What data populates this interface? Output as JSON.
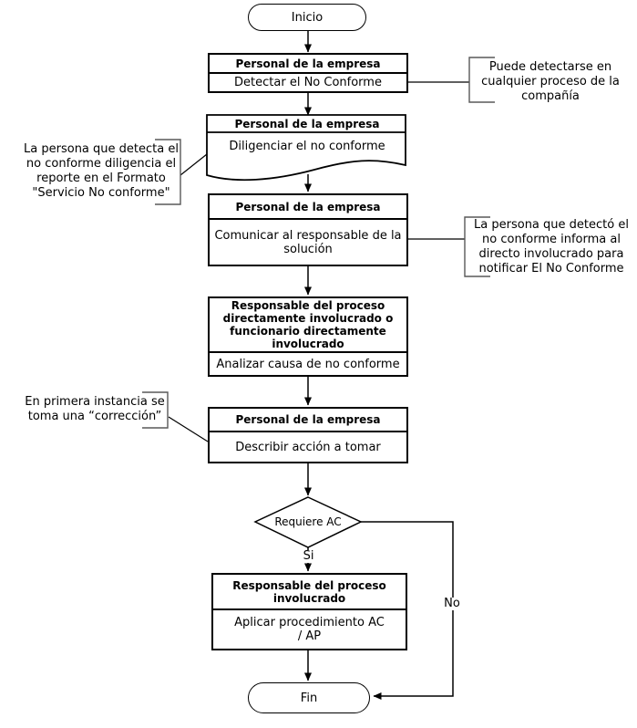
{
  "flowchart": {
    "nodes": {
      "start": {
        "type": "terminator",
        "label": "Inicio"
      },
      "step1": {
        "type": "process",
        "header": "Personal de la empresa",
        "body": "Detectar el No Conforme"
      },
      "step2": {
        "type": "document",
        "header": "Personal de la empresa",
        "body": "Diligenciar el no conforme"
      },
      "step3": {
        "type": "process",
        "header": "Personal de la empresa",
        "body": "Comunicar al responsable de la solución"
      },
      "step4": {
        "type": "process",
        "header": "Responsable del proceso directamente involucrado o funcionario directamente involucrado",
        "body": "Analizar causa de no conforme"
      },
      "step5": {
        "type": "process",
        "header": "Personal de la empresa",
        "body": "Describir acción a tomar"
      },
      "decision": {
        "type": "decision",
        "label": "Requiere AC"
      },
      "step6": {
        "type": "process",
        "header": "Responsable del proceso involucrado",
        "body": "Aplicar procedimiento AC / AP"
      },
      "end": {
        "type": "terminator",
        "label": "Fin"
      }
    },
    "edges": {
      "yes_label": "Si",
      "no_label": "No"
    },
    "annotations": {
      "right1": "Puede detectarse en cualquier proceso de la compañía",
      "left1": "La persona que detecta el no conforme diligencia el reporte en el Formato \"Servicio No conforme\"",
      "right2": "La persona que detectó el no conforme informa al directo involucrado para notificar El No Conforme",
      "left2": "En primera instancia se toma una “corrección”"
    },
    "colors": {
      "line": "#000000",
      "bracket": "#595959",
      "background": "#ffffff",
      "text": "#000000"
    }
  }
}
